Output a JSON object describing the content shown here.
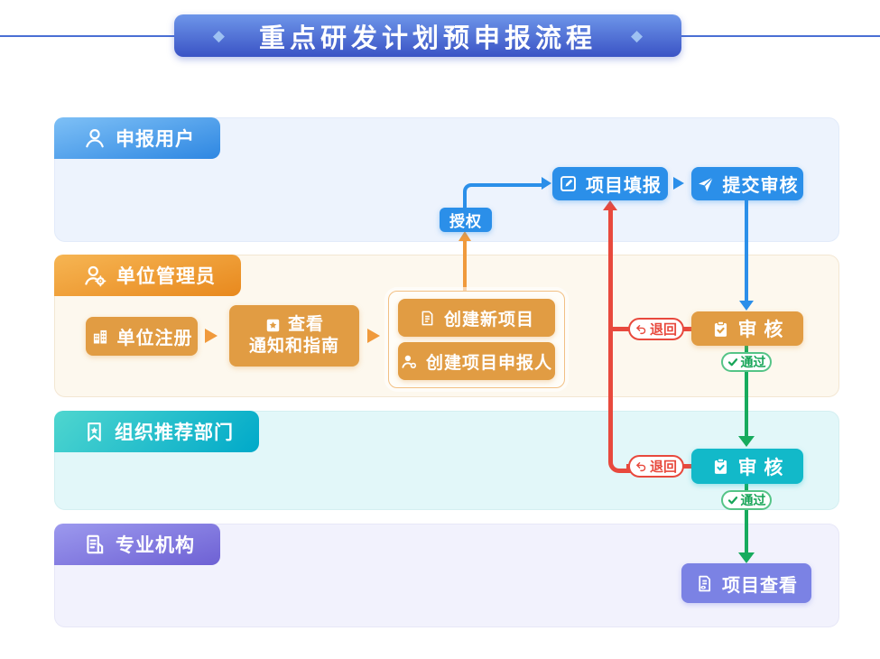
{
  "title": {
    "text": "重点研发计划预申报流程",
    "diamond": "◆"
  },
  "lanes": [
    {
      "label": "申报用户"
    },
    {
      "label": "单位管理员"
    },
    {
      "label": "组织推荐部门"
    },
    {
      "label": "专业机构"
    }
  ],
  "nodes": {
    "authorize": "授权",
    "project_fill": "项目填报",
    "submit_review": "提交审核",
    "unit_register": "单位注册",
    "view_notice_line1": "查看",
    "view_notice_line2": "通知和指南",
    "create_project": "创建新项目",
    "create_applicant": "创建项目申报人",
    "review": "审 核",
    "project_view": "项目查看"
  },
  "edges": {
    "reject": "退回",
    "pass": "通过"
  },
  "colors": {
    "blue": "#2b8fe9",
    "orange": "#e19c43",
    "teal": "#12b9c9",
    "purple": "#7b82e4",
    "red": "#e8493d",
    "green": "#17ab5d",
    "lane1_bg": "#edf3fd",
    "lane2_bg": "#fdf8ee",
    "lane3_bg": "#e2f7f9",
    "lane4_bg": "#f2f2fd"
  }
}
